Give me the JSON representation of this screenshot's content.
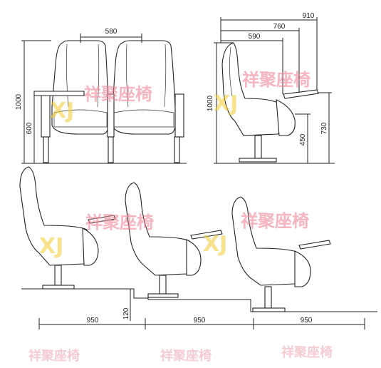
{
  "dimensions": {
    "seat_pitch_front": "580",
    "total_height_front": "1000",
    "seat_height_front": "600",
    "depth_open": "910",
    "depth_mid": "760",
    "depth_closed": "590",
    "total_height_side": "1000",
    "armrest_height": "730",
    "seat_height_side": "450",
    "row_spacing_1": "950",
    "row_spacing_2": "950",
    "row_spacing_3": "950",
    "step_height": "120"
  },
  "watermarks": {
    "main": "祥聚座椅",
    "logo_letters": "XJ",
    "footer": "祥聚座椅"
  },
  "colors": {
    "watermark_pink": "#f08a9a",
    "watermark_yellow": "#f3cf3c",
    "line": "#222222"
  }
}
